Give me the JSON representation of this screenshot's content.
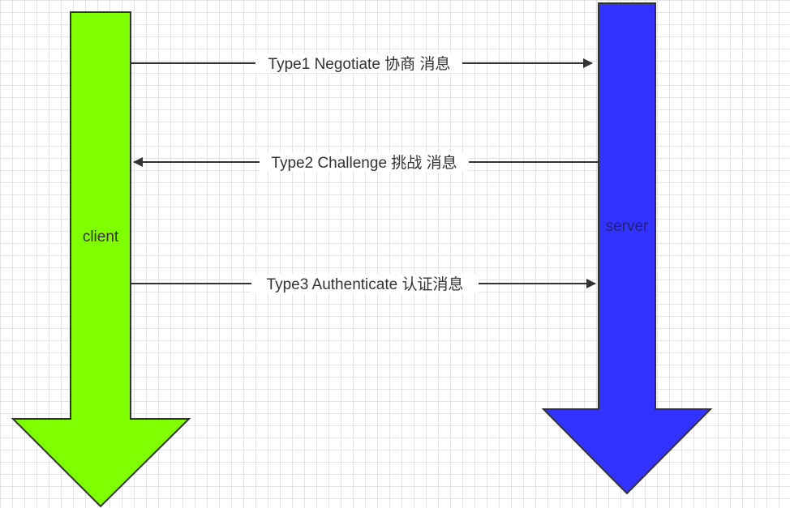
{
  "lanes": {
    "client": {
      "label": "client",
      "fill": "#80ff00",
      "text_color": "#333333"
    },
    "server": {
      "label": "server",
      "fill": "#3333ff",
      "text_color": "#222277"
    }
  },
  "messages": [
    {
      "label": "Type1 Negotiate 协商 消息",
      "direction": "client-to-server"
    },
    {
      "label": "Type2 Challenge 挑战 消息",
      "direction": "server-to-client"
    },
    {
      "label": "Type3 Authenticate 认证消息",
      "direction": "client-to-server"
    }
  ],
  "colors": {
    "line": "#333333",
    "outline": "#333333",
    "grid": "#e3e3e3"
  }
}
